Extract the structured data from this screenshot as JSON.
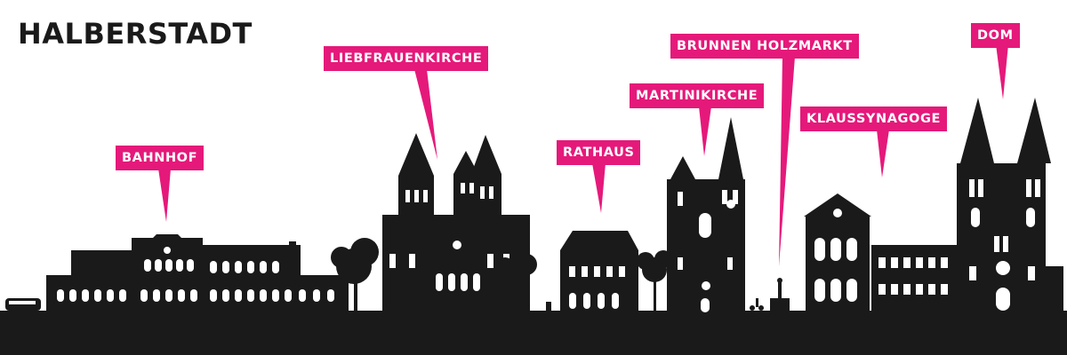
{
  "title": "HALBERSTADT",
  "colors": {
    "accent": "#e5197a",
    "silhouette": "#1a1a1a",
    "background": "#ffffff"
  },
  "landmarks": {
    "bahnhof": "BAHNHOF",
    "liebfrauenkirche": "LIEBFRAUENKIRCHE",
    "rathaus": "RATHAUS",
    "martinikirche": "MARTINIKIRCHE",
    "brunnen_holzmarkt": "BRUNNEN HOLZMARKT",
    "klaussynagoge": "KLAUSSYNAGOGE",
    "dom": "DOM"
  }
}
